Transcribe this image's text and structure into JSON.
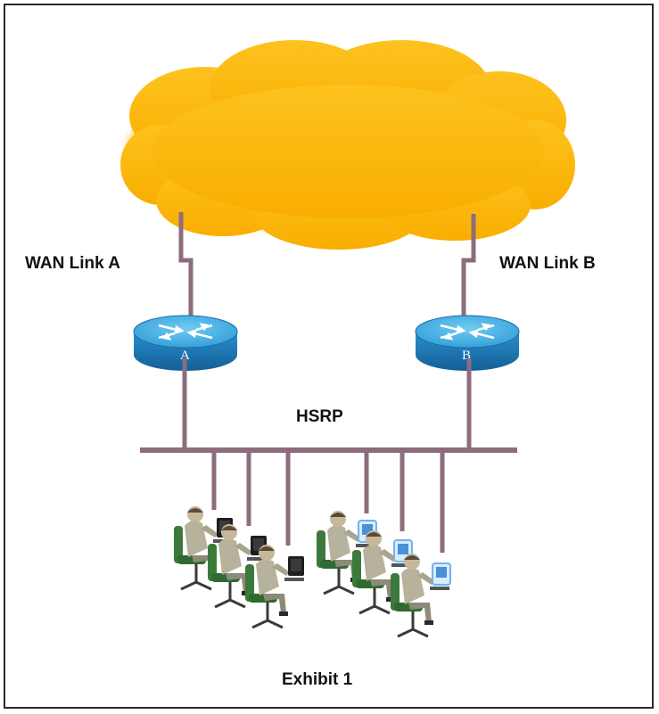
{
  "labels": {
    "wan_link_a": "WAN Link A",
    "wan_link_b": "WAN Link B",
    "router_a": "A",
    "router_b": "B",
    "hsrp": "HSRP",
    "caption": "Exhibit 1"
  },
  "colors": {
    "cloud": "#FDBA10",
    "link": "#8C6D7D",
    "router_top": "#3AA9DF",
    "router_side": "#1B79B8"
  },
  "icons": [
    "cloud-icon",
    "router-icon",
    "workstation-user-icon"
  ]
}
